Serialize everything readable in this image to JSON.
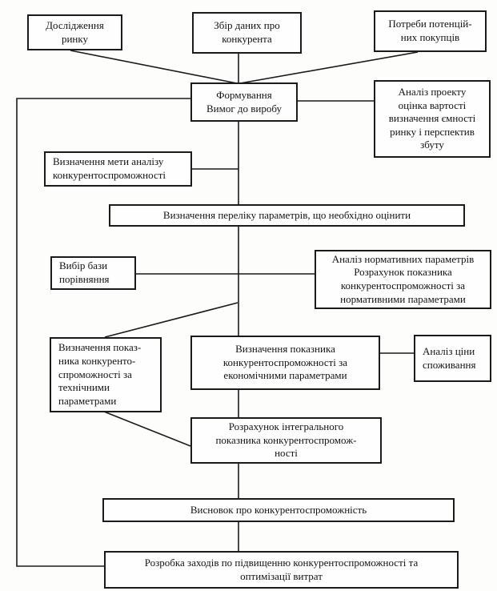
{
  "diagram": {
    "language": "uk",
    "type": "flowchart",
    "line_color": "#1b1b1b",
    "box_background": "#fefefe",
    "page_background": "#fdfdfc"
  },
  "nodes": {
    "market_research": {
      "label": "Дослідження\nринку"
    },
    "competitor_data": {
      "label": "Збір даних про\nконкурента"
    },
    "buyer_needs": {
      "label": "Потреби потенцій-\nних покупців"
    },
    "product_requirements": {
      "label": "Формування\nВимог до виробу"
    },
    "project_analysis": {
      "label": "Аналіз проекту\nоцінка вартості\nвизначення ємності\nринку і перспектив\nзбуту"
    },
    "goal_definition": {
      "label": "Визначення мети аналізу\nконкурентоспроможності"
    },
    "parameter_list": {
      "label": "Визначення переліку параметрів, що необхідно оцінити"
    },
    "comparison_base": {
      "label": "Вибір бази\nпорівняння"
    },
    "normative_params": {
      "label": "Аналіз нормативних параметрів\nРозрахунок показника\nконкурентоспроможності за\nнормативними параметрами"
    },
    "technical_params": {
      "label": "Визначення показ-\nника конкуренто-\nспроможності за\nтехнічними\nпараметрами"
    },
    "economic_params": {
      "label": "Визначення показника\nконкурентоспроможності за\nекономічними параметрами"
    },
    "consumption_price": {
      "label": "Аналіз ціни\nспоживання"
    },
    "integral_index": {
      "label": "Розрахунок інтегрального\nпоказника конкурентоспромож-\nності"
    },
    "conclusion": {
      "label": "Висновок про конкурентоспроможність"
    },
    "improvement_measures": {
      "label": "Розробка заходів по підвищенню конкурентоспроможності та\nоптимізації витрат"
    }
  }
}
